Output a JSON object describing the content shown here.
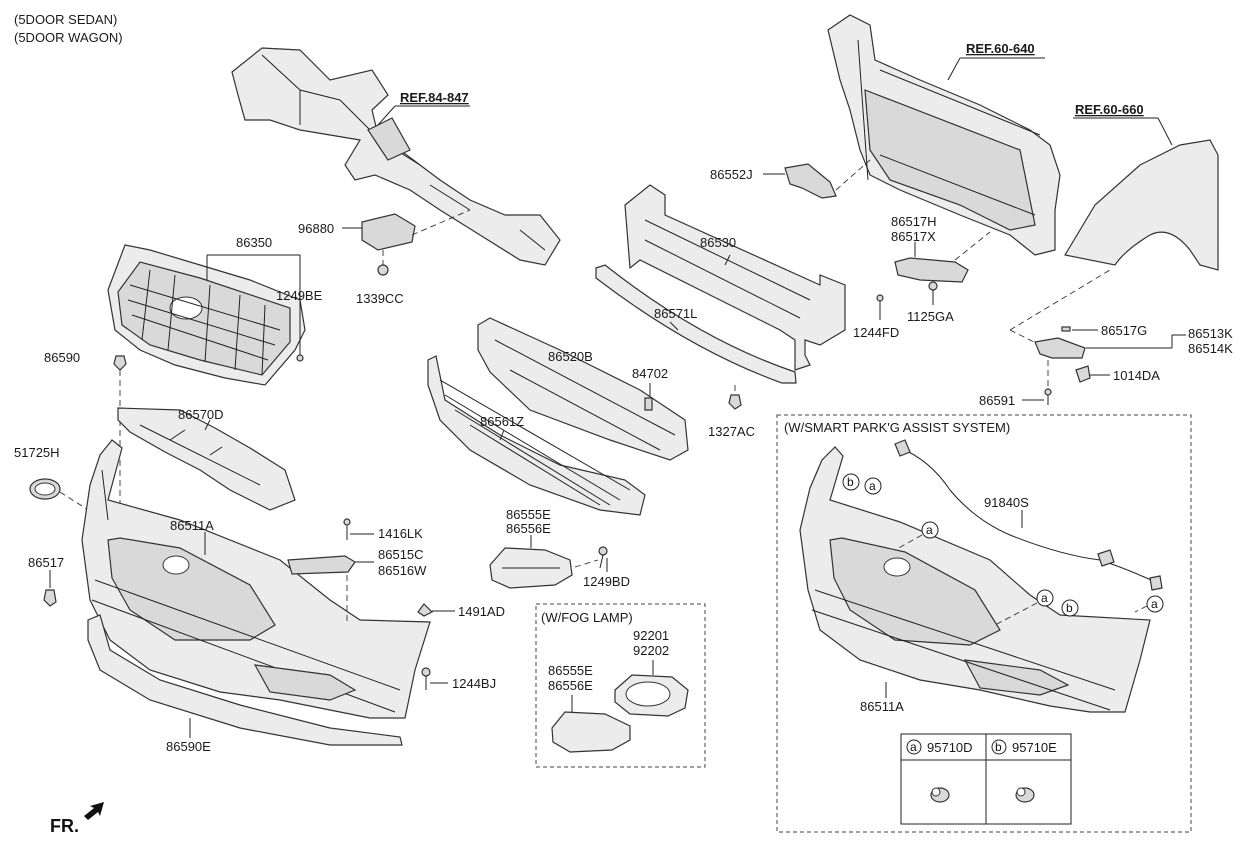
{
  "header": {
    "line1": "(5DOOR SEDAN)",
    "line2": "(5DOOR WAGON)"
  },
  "references": {
    "ref1": "REF.84-847",
    "ref2": "REF.60-640",
    "ref3": "REF.60-660"
  },
  "parts": {
    "p86350": "86350",
    "p1249BE": "1249BE",
    "p96880": "96880",
    "p1339CC": "1339CC",
    "p86590": "86590",
    "p86570D": "86570D",
    "p51725H": "51725H",
    "p86511A": "86511A",
    "p86517": "86517",
    "p86590E": "86590E",
    "p1416LK": "1416LK",
    "p86515C": "86515C",
    "p86516W": "86516W",
    "p1491AD": "1491AD",
    "p1244BJ": "1244BJ",
    "p86530": "86530",
    "p86571L": "86571L",
    "p86520B": "86520B",
    "p84702": "84702",
    "p86561Z": "86561Z",
    "p1327AC": "1327AC",
    "p86555E": "86555E",
    "p86556E": "86556E",
    "p1249BD": "1249BD",
    "p86552J": "86552J",
    "p86517H": "86517H",
    "p86517X": "86517X",
    "p1244FD": "1244FD",
    "p1125GA": "1125GA",
    "p86517G": "86517G",
    "p86513K": "86513K",
    "p86514K": "86514K",
    "p1014DA": "1014DA",
    "p86591": "86591",
    "p92201": "92201",
    "p92202": "92202",
    "p86555E_fog": "86555E",
    "p86556E_fog": "86556E",
    "p91840S": "91840S",
    "p86511A_sp": "86511A"
  },
  "variants": {
    "fog": "(W/FOG LAMP)",
    "smart": "(W/SMART PARK'G ASSIST SYSTEM)"
  },
  "callouts": {
    "a": "a",
    "b": "b"
  },
  "sensor_table": {
    "a_part": "95710D",
    "b_part": "95710E"
  },
  "front_indicator": "FR."
}
